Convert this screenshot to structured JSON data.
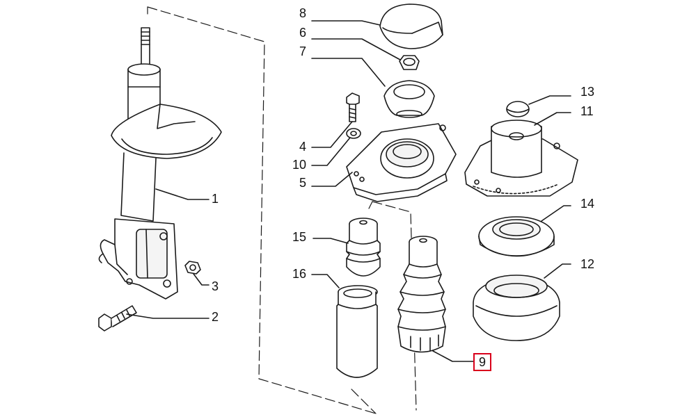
{
  "callouts": {
    "c1": "1",
    "c2": "2",
    "c3": "3",
    "c4": "4",
    "c5": "5",
    "c6": "6",
    "c7": "7",
    "c8": "8",
    "c9": "9",
    "c10": "10",
    "c11": "11",
    "c12": "12",
    "c13": "13",
    "c14": "14",
    "c15": "15",
    "c16": "16"
  },
  "highlighted_part": "9",
  "colors": {
    "line": "#1a1a1a",
    "highlight_border": "#d9001b",
    "part_fill": "#ffffff",
    "shade": "#e8e8e8"
  }
}
